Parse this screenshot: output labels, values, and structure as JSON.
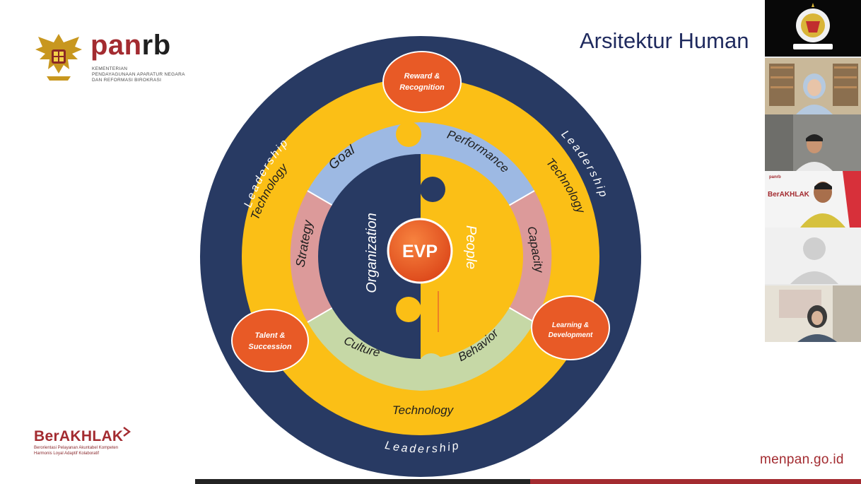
{
  "header": {
    "org_word_part1": "pan",
    "org_word_part2": "rb",
    "org_line1": "KEMENTERIAN",
    "org_line2": "PENDAYAGUNAAN APARATUR NEGARA",
    "org_line3": "DAN REFORMASI BIROKRASI",
    "slide_title": "Arsitektur Human"
  },
  "diagram": {
    "center": "EVP",
    "halves": {
      "left": "Organization",
      "right": "People"
    },
    "middle_ring": {
      "top_left": "Goal",
      "top_right": "Performance",
      "left": "Strategy",
      "right": "Capacity",
      "bottom_left": "Culture",
      "bottom_right": "Behavior"
    },
    "technology_labels": {
      "left": "Technology",
      "right": "Technology",
      "bottom": "Technology"
    },
    "leadership_labels": {
      "left": "Leadership",
      "right": "Leadership",
      "bottom": "Leadership"
    },
    "badges": {
      "top": [
        "Reward &",
        "Recognition"
      ],
      "left": [
        "Talent &",
        "Succession"
      ],
      "right": [
        "Learning &",
        "Development"
      ]
    },
    "colors": {
      "navy": "#283a63",
      "yellow": "#fbbf16",
      "light_blue": "#9db9e3",
      "rose": "#dc9a9a",
      "sage": "#c6d8a6",
      "orange": "#e85a26"
    }
  },
  "footer": {
    "brand": "BerAKHLAK",
    "tagline_line1": "Berorientasi Pelayanan Akuntabel Kompeten",
    "tagline_line2": "Harmonis Loyal Adaptif Kolaboratif",
    "website": "menpan.go.id"
  },
  "video_panel": {
    "tile5_word": "BerAKHLAK",
    "tile5_logo": "panrb"
  }
}
